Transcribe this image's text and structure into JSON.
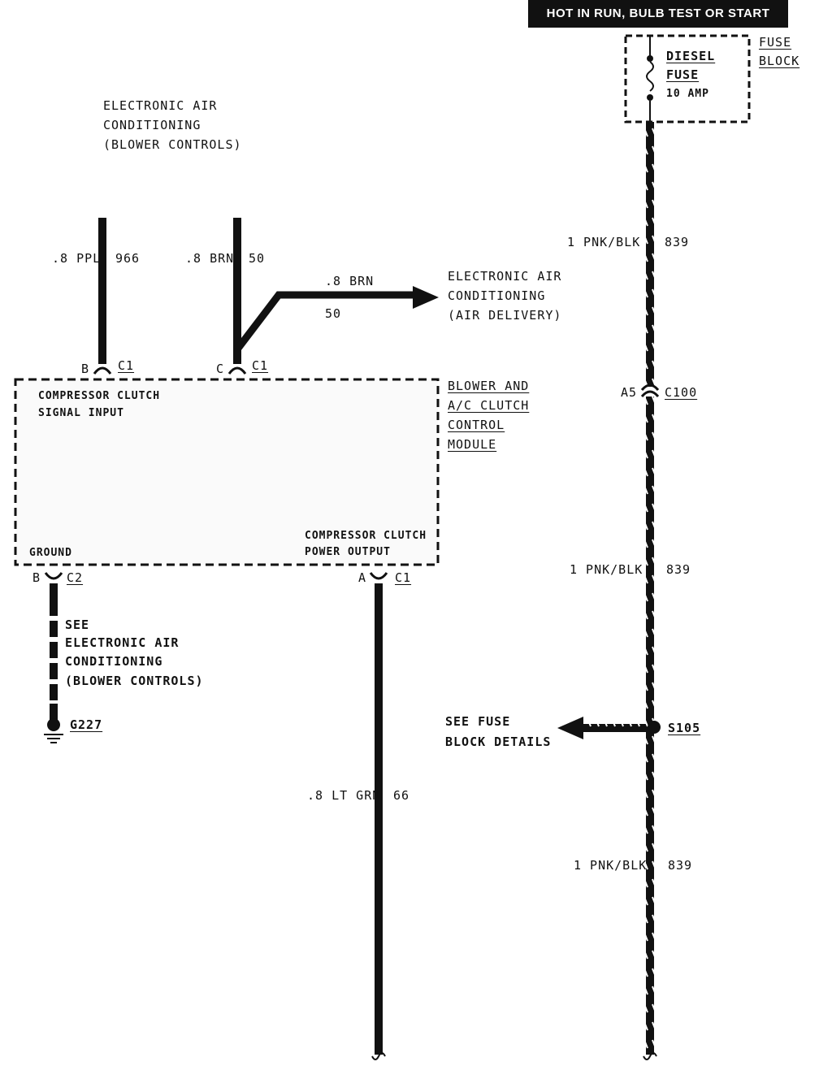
{
  "header": {
    "power_label": "HOT IN RUN, BULB TEST OR START"
  },
  "fuse_block": {
    "title_line1": "FUSE",
    "title_line2": "BLOCK",
    "fuse_line1": "DIESEL",
    "fuse_line2": "FUSE",
    "fuse_rating": "10 AMP"
  },
  "blower_controls_ref": {
    "line1": "ELECTRONIC AIR",
    "line2": "CONDITIONING",
    "line3": "(BLOWER CONTROLS)"
  },
  "wires": {
    "ppl": {
      "gauge_color": ".8 PPL",
      "circuit": "966"
    },
    "brn_vertical": {
      "gauge_color": ".8 BRN",
      "circuit": "50"
    },
    "brn_branch": {
      "gauge_color": ".8 BRN",
      "circuit": "50"
    },
    "pnk_upper": {
      "gauge_color": "1 PNK/BLK",
      "circuit": "839"
    },
    "pnk_middle": {
      "gauge_color": "1 PNK/BLK",
      "circuit": "839"
    },
    "pnk_lower": {
      "gauge_color": "1 PNK/BLK",
      "circuit": "839"
    },
    "lt_grn": {
      "gauge_color": ".8 LT GRN",
      "circuit": "66"
    }
  },
  "air_delivery_ref": {
    "line1": "ELECTRONIC AIR",
    "line2": "CONDITIONING",
    "line3": "(AIR DELIVERY)"
  },
  "connectors": {
    "b_c1_top": {
      "pin": "B",
      "conn": "C1"
    },
    "c_c1_top": {
      "pin": "C",
      "conn": "C1"
    },
    "a5_c100": {
      "pin": "A5",
      "conn": "C100"
    },
    "b_c2_bottom": {
      "pin": "B",
      "conn": "C2"
    },
    "a_c1_bottom": {
      "pin": "A",
      "conn": "C1"
    }
  },
  "module": {
    "title_line1": "BLOWER AND",
    "title_line2": "A/C CLUTCH",
    "title_line3": "CONTROL",
    "title_line4": "MODULE",
    "input_line1": "COMPRESSOR CLUTCH",
    "input_line2": "SIGNAL INPUT",
    "ground": "GROUND",
    "output_line1": "COMPRESSOR CLUTCH",
    "output_line2": "POWER OUTPUT"
  },
  "ground_ref": {
    "line1": "SEE",
    "line2": "ELECTRONIC AIR",
    "line3": "CONDITIONING",
    "line4": "(BLOWER CONTROLS)",
    "ground_id": "G227"
  },
  "splice": {
    "see_line1": "SEE FUSE",
    "see_line2": "BLOCK DETAILS",
    "id": "S105"
  }
}
